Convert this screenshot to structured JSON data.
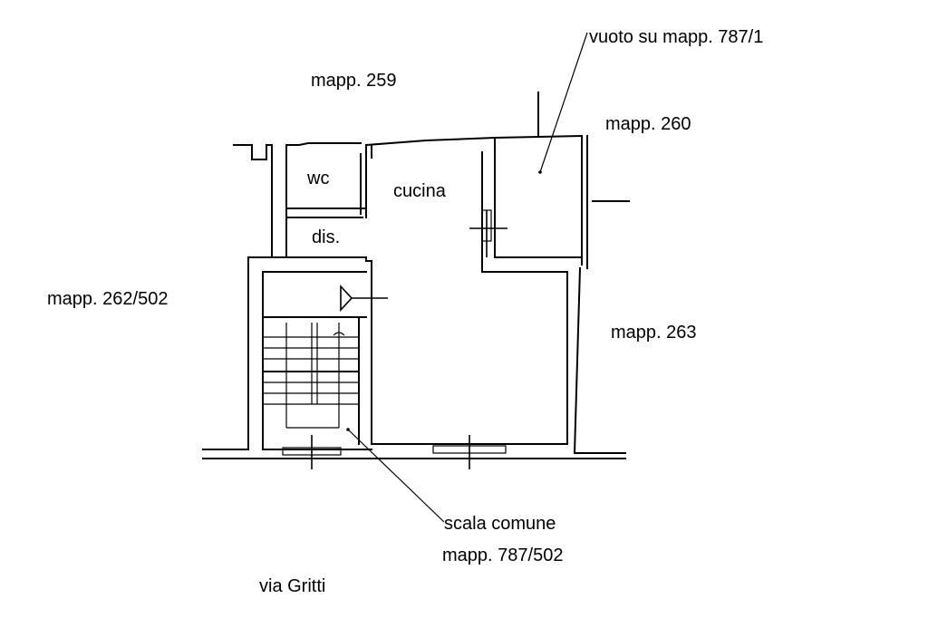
{
  "labels": {
    "mapp_259": "mapp. 259",
    "vuoto": "vuoto su mapp. 787/1",
    "mapp_260": "mapp. 260",
    "wc": "wc",
    "cucina": "cucina",
    "dis": "dis.",
    "mapp_262": "mapp. 262/502",
    "mapp_263": "mapp. 263",
    "scala_comune": "scala comune",
    "mapp_787_502": "mapp. 787/502",
    "via": "via Gritti"
  },
  "colors": {
    "line": "#000000",
    "background": "#ffffff"
  }
}
